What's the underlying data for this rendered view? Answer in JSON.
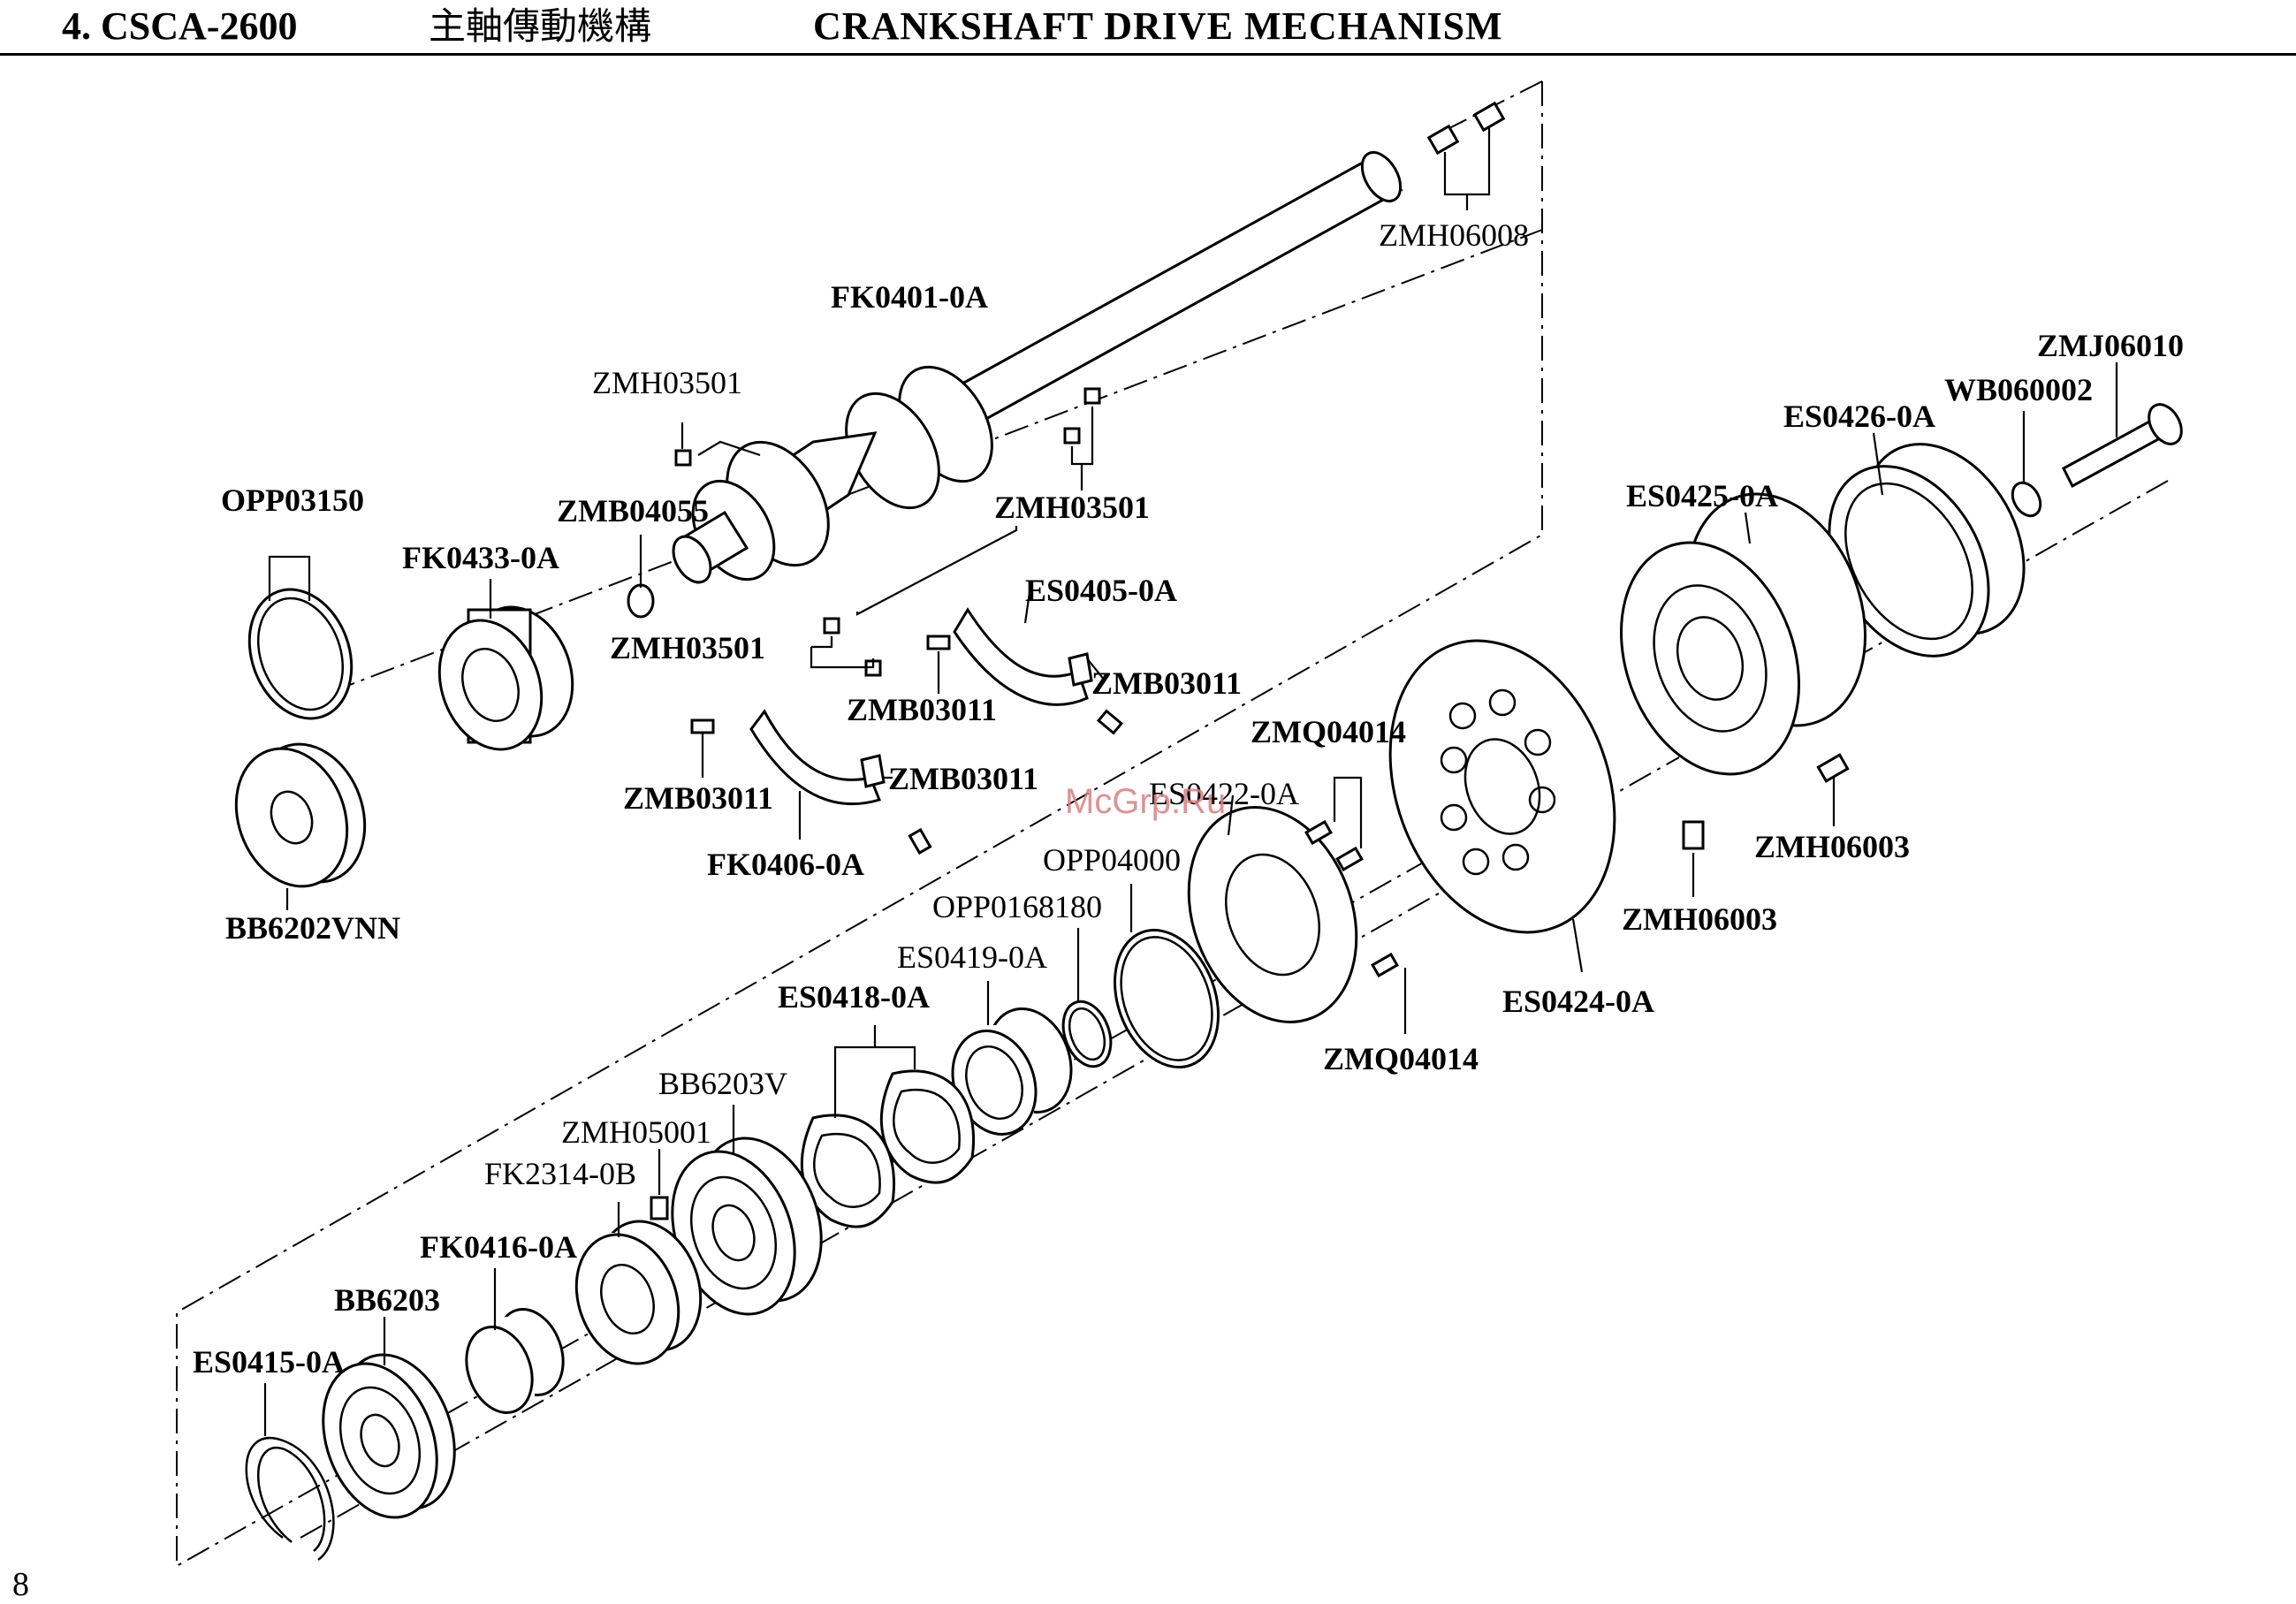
{
  "header": {
    "section": "4. CSCA-2600",
    "title_cn": "主軸傳動機構",
    "title_en": "CRANKSHAFT  DRIVE  MECHANISM"
  },
  "page_number": "8",
  "watermark": "McGrp.Ru",
  "labels": {
    "zmh06008": "ZMH06008",
    "fk0401": "FK0401-0A",
    "zmh03501_a": "ZMH03501",
    "zmh03501_b": "ZMH03501",
    "zmh03501_c": "ZMH03501",
    "zmb04055": "ZMB04055",
    "opp03150": "OPP03150",
    "fk0433": "FK0433-0A",
    "bb6202vnn": "BB6202VNN",
    "es0405": "ES0405-0A",
    "zmb03011_a": "ZMB03011",
    "zmb03011_b": "ZMB03011",
    "zmb03011_c": "ZMB03011",
    "zmb03011_d": "ZMB03011",
    "fk0406": "FK0406-0A",
    "zmj06010": "ZMJ06010",
    "wb060002": "WB060002",
    "es0426": "ES0426-0A",
    "es0425": "ES0425-0A",
    "zmq04014_a": "ZMQ04014",
    "zmq04014_b": "ZMQ04014",
    "es0422": "ES0422-0A",
    "opp04000": "OPP04000",
    "opp0168180": "OPP0168180",
    "es0419": "ES0419-0A",
    "es0418": "ES0418-0A",
    "bb6203v": "BB6203V",
    "zmh05001": "ZMH05001",
    "fk2314": "FK2314-0B",
    "fk0416": "FK0416-0A",
    "bb6203": "BB6203",
    "es0415": "ES0415-0A",
    "zmh06003_a": "ZMH06003",
    "zmh06003_b": "ZMH06003",
    "es0424": "ES0424-0A"
  }
}
